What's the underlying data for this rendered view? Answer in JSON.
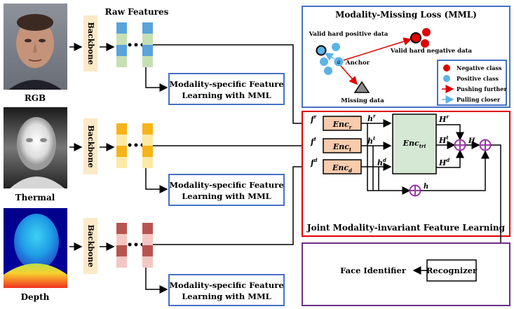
{
  "inputs": [
    {
      "label": "RGB"
    },
    {
      "label": "Thermal"
    },
    {
      "label": "Depth"
    }
  ],
  "raw_features_title": "Raw Features",
  "backbone_label": "Backbone",
  "msfl": {
    "line1": "Modality-specific Feature",
    "line2": "Learning with MML"
  },
  "mml": {
    "title": "Modality-Missing Loss (MML)",
    "valid_pos": "Valid hard positive data",
    "valid_neg": "Valid hard negative data",
    "anchor": "Anchor",
    "anchor_symbol": "a",
    "missing": "Missing data",
    "legend": {
      "negative": "Negative class",
      "positive": "Positive class",
      "pushing": "Pushing further",
      "pulling": "Pulling closer"
    }
  },
  "jmifl": {
    "title": "Joint Modality-invariant Feature Learning",
    "enc_r": "Enc",
    "enc_sub_r": "r",
    "enc_t": "Enc",
    "enc_sub_t": "t",
    "enc_d": "Enc",
    "enc_sub_d": "d",
    "enc_tri": "Enc",
    "enc_sub_tri": "tri",
    "f_r": "f",
    "f_r_sup": "r",
    "f_t": "f",
    "f_t_sup": "t",
    "f_d": "f",
    "f_d_sup": "d",
    "h_r": "h",
    "h_r_sup": "r",
    "h_t": "h",
    "h_t_sup": "t",
    "h_d": "h",
    "h_d_sup": "d",
    "H_r": "H",
    "H_r_sup": "r",
    "H_t": "H",
    "H_t_sup": "t",
    "H_d": "H",
    "H_d_sup": "d",
    "H": "H",
    "h": "h"
  },
  "recognizer": "Recognizer",
  "face_identifier": "Face Identifier",
  "colors": {
    "blue_box": "#4472c4",
    "red_box": "#e00000",
    "purple_box": "#6b2f8a",
    "backbone_fill": "#fbe9c8",
    "rgb_feat_a": "#5ba3d9",
    "rgb_feat_b": "#c6e0b4",
    "th_feat_a": "#f7b418",
    "th_feat_b": "#fde9a6",
    "dp_feat_a": "#b85450",
    "dp_feat_b": "#f4c7c3",
    "enc_fill": "#f8cbad",
    "enc_tri_fill": "#d5e8d4",
    "plus_color": "#9a3aa6"
  }
}
